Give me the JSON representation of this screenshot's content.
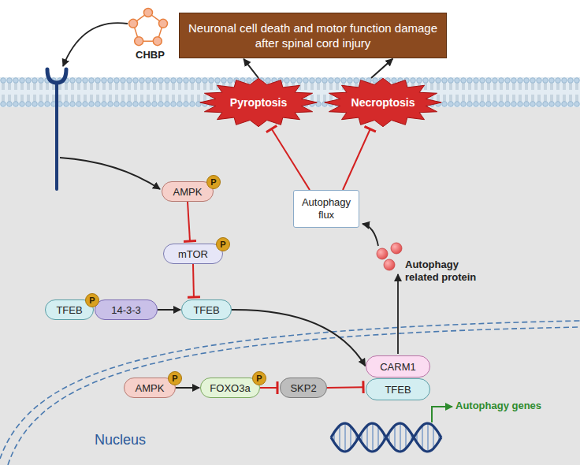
{
  "diagram": {
    "nodes": [
      {
        "text": [
          "Neuronal cell death and motor function damage after spinal cord injury"
        ]
      },
      {
        "text": [
          "Pyroptosis"
        ]
      },
      {
        "text": [
          "Necroptosis"
        ]
      },
      {
        "text": [
          "AMPK"
        ]
      },
      {
        "text": [
          "mTOR"
        ]
      },
      {
        "text": [
          "Autophagy flux"
        ]
      },
      {
        "text": [
          "TFEB"
        ]
      },
      {
        "text": [
          "14-3-3"
        ]
      },
      {
        "text": [
          "TFEB"
        ]
      },
      {
        "text": [
          "AMPK"
        ]
      },
      {
        "text": [
          "FOXO3a"
        ]
      },
      {
        "text": [
          "SKP2"
        ]
      },
      {
        "text": [
          "CARM1"
        ]
      },
      {
        "text": [
          "TFEB"
        ]
      }
    ],
    "edges": [
      {
        "from": 3,
        "to": 4,
        "arrow": "to"
      },
      {
        "from": 4,
        "to": 8,
        "arrow": "to"
      },
      {
        "from": 7,
        "to": 8,
        "arrow": "to"
      },
      {
        "from": 8,
        "to": 12,
        "arrow": "to"
      },
      {
        "from": 9,
        "to": 10,
        "arrow": "to"
      },
      {
        "from": 10,
        "to": 11,
        "arrow": "to"
      },
      {
        "from": 11,
        "to": 13,
        "arrow": "to"
      },
      {
        "from": 5,
        "to": 1,
        "arrow": "to"
      },
      {
        "from": 5,
        "to": 2,
        "arrow": "to"
      },
      {
        "from": 1,
        "to": 0,
        "arrow": "to"
      },
      {
        "from": 2,
        "to": 0,
        "arrow": "to"
      }
    ],
    "labels": [
      "CHBP",
      "P",
      "P",
      "P",
      "Autophagy related protein",
      "P",
      "P",
      "Autophagy genes",
      "Nucleus"
    ]
  }
}
